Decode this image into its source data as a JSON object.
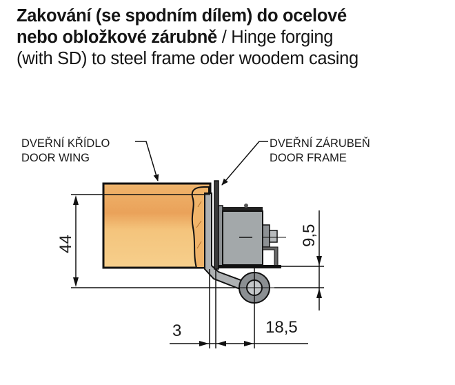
{
  "title": {
    "line1_bold": "Zakování (se spodním dílem) do ocelové",
    "line2_bold": "nebo obložkové zárubně",
    "line2_sep": " / ",
    "line2_normal": "Hinge forging",
    "line3_normal": "(with SD) to steel frame oder woodem casing"
  },
  "labels": {
    "door_wing_cz": "DVEŘNÍ KŘÍDLO",
    "door_wing_en": "DOOR WING",
    "door_frame_cz": "DVEŘNÍ ZÁRUBEŇ",
    "door_frame_en": "DOOR FRAME"
  },
  "dimensions": {
    "height": "44",
    "offset_small": "9,5",
    "gap": "3",
    "axis_distance": "18,5"
  },
  "colors": {
    "wood_light": "#f3c27a",
    "wood_dark": "#e9a155",
    "metal": "#9a9ea0",
    "metal_dark": "#6e7275",
    "line": "#111111"
  }
}
